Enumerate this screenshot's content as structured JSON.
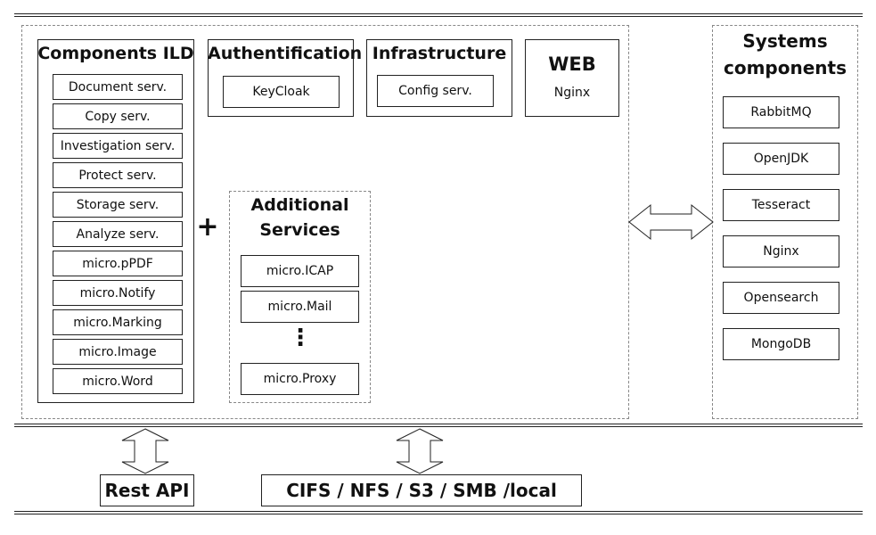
{
  "components": {
    "title": "Components ILD",
    "items": [
      "Document serv.",
      "Copy  serv.",
      "Investigation serv.",
      "Protect serv.",
      "Storage serv.",
      "Analyze serv.",
      "micro.pPDF",
      "micro.Notify",
      "micro.Marking",
      "micro.Image",
      "micro.Word"
    ]
  },
  "plus": "+",
  "auth": {
    "title": "Authentification",
    "item": "KeyCloak"
  },
  "infra": {
    "title": "Infrastructure",
    "item": "Config serv."
  },
  "web": {
    "title": "WEB",
    "item": "Nginx"
  },
  "additional": {
    "title_line1": "Additional",
    "title_line2": "Services",
    "items": [
      "micro.ICAP",
      "micro.Mail"
    ],
    "ellipsis": "⋮",
    "last_item": "micro.Proxy"
  },
  "systems": {
    "title_line1": "Systems",
    "title_line2": "components",
    "items": [
      "RabbitMQ",
      "OpenJDK",
      "Tesseract",
      "Nginx",
      "Opensearch",
      "MongoDB"
    ]
  },
  "bottom": {
    "rest_api": "Rest API",
    "storage": "CIFS / NFS / S3 / SMB /local"
  }
}
